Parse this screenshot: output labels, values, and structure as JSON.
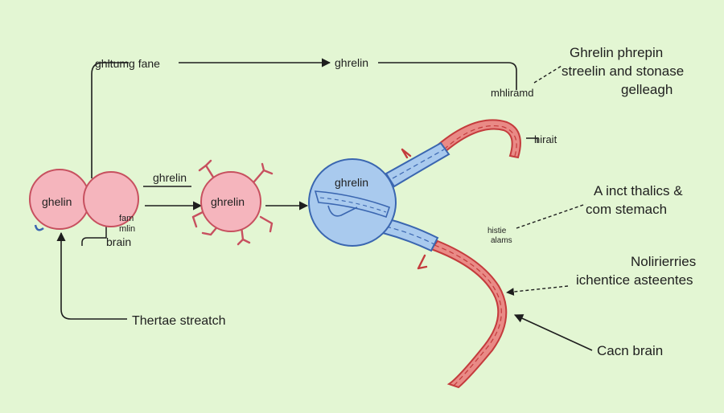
{
  "labels": {
    "top_left": "ghltumg fane",
    "top_mid": "ghrelin",
    "top_right_small": "mhliramd",
    "top_right_1": "Ghrelin phrepin",
    "top_right_2": "streelin and stonase",
    "top_right_3": "gelleagh",
    "cell_left": "ghelin",
    "cell_small_1": "fam",
    "cell_small_2": "mlin",
    "brain": "brain",
    "mid_arrow": "ghrelin",
    "receptor": "ghrelin",
    "blue_cell": "ghrelin",
    "hirait": "hirait",
    "right_mid_1": "A inct thalics &",
    "right_mid_2": "com stemach",
    "small_right_1": "histie",
    "small_right_2": "alams",
    "right_low_1": "Nolirierries",
    "right_low_2": "ichentice asteentes",
    "bottom_left": "Thertae streatch",
    "bottom_right": "Cacn brain"
  },
  "colors": {
    "background": "#e3f6d3",
    "pink_cell": "#f5b5bd",
    "pink_stroke": "#c7505f",
    "blue_cell": "#a9caee",
    "blue_stroke": "#3a66b0",
    "red_tube": "#e98a86",
    "red_stroke": "#c43b3c",
    "line": "#1e1e1e"
  }
}
